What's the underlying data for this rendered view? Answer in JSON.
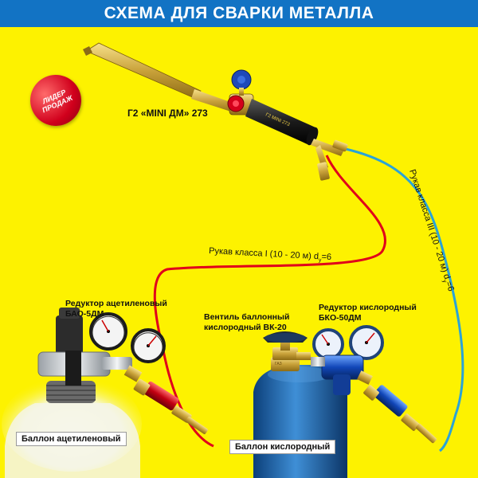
{
  "title": "СХЕМА ДЛЯ СВАРКИ МЕТАЛЛА",
  "badge": "ЛИДЕР\nПРОДАЖ",
  "torch": {
    "name": "Г2 «MINI ДМ» 273",
    "handle_marking": "Г2 MINI 273"
  },
  "hoses": {
    "class1": "Рукав класса I (10 - 20 м) d",
    "class1_sub": "у",
    "class1_tail": "=6",
    "class3": "Рукав класса III (10 - 20 м) d",
    "class3_sub": "у",
    "class3_tail": "=6"
  },
  "labels": {
    "acetylene_reducer": "Редуктор ацетиленовый\nБАО-5ДМ",
    "valve": "Вентиль баллонный\nкислородный ВК-20",
    "oxygen_reducer": "Редуктор кислородный\nБКО-50ДМ",
    "acetylene_cylinder": "Баллон ацетиленовый",
    "oxygen_cylinder": "Баллон кислородный"
  },
  "colors": {
    "background": "#fdf200",
    "title_bar": "#1273c4",
    "acetylene_hose": "#e0001b",
    "oxygen_hose": "#2aa3d8"
  },
  "icons": [
    "welding-torch-icon",
    "pressure-gauge-icon",
    "gas-cylinder-icon",
    "valve-icon",
    "flashback-arrestor-icon"
  ]
}
